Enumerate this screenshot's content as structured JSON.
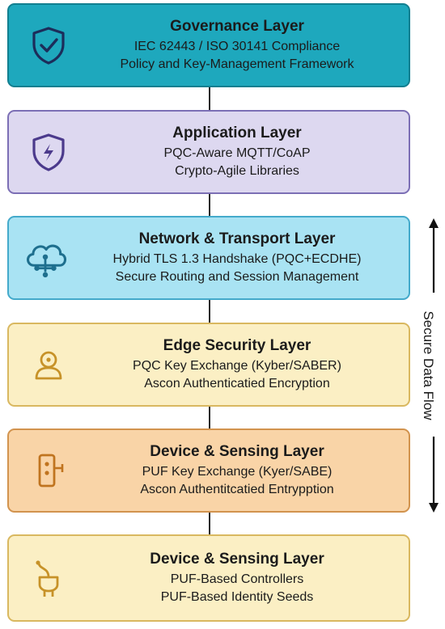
{
  "layers": [
    {
      "id": "governance",
      "title": "Governance Layer",
      "line1": "IEC 62443 / ISO 30141 Compliance",
      "line2": "Policy and Key-Management Framework",
      "icon": "shield-check-icon"
    },
    {
      "id": "application",
      "title": "Application Layer",
      "line1": "PQC-Aware MQTT/CoAP",
      "line2": "Crypto-Agile Libraries",
      "icon": "shield-bolt-icon"
    },
    {
      "id": "network",
      "title": "Network & Transport Layer",
      "line1": "Hybrid TLS 1.3 Handshake (PQC+ECDHE)",
      "line2": "Secure Routing and Session Management",
      "icon": "cloud-network-icon"
    },
    {
      "id": "edge",
      "title": "Edge Security Layer",
      "line1": "PQC Key Exchange (Kyber/SABER)",
      "line2": "Ascon Authenticatied Encryption",
      "icon": "user-icon"
    },
    {
      "id": "device1",
      "title": "Device & Sensing Layer",
      "line1": "PUF Key Exchange (Kyer/SABE)",
      "line2": "Ascon Authentitcatied Entrypption",
      "icon": "device-sensor-icon"
    },
    {
      "id": "device2",
      "title": "Device & Sensing Layer",
      "line1": "PUF-Based Controllers",
      "line2": "PUF-Based Identity Seeds",
      "icon": "plug-icon"
    }
  ],
  "flow": {
    "label": "Secure Data Flow",
    "icon": "double-arrow-icon"
  },
  "colors": {
    "governance_fill": "#1ea8bd",
    "application_fill": "#ddd8f0",
    "network_fill": "#a9e3f3",
    "edge_fill": "#fbefc4",
    "device1_fill": "#f9d4a7",
    "device2_fill": "#fbefc4"
  }
}
